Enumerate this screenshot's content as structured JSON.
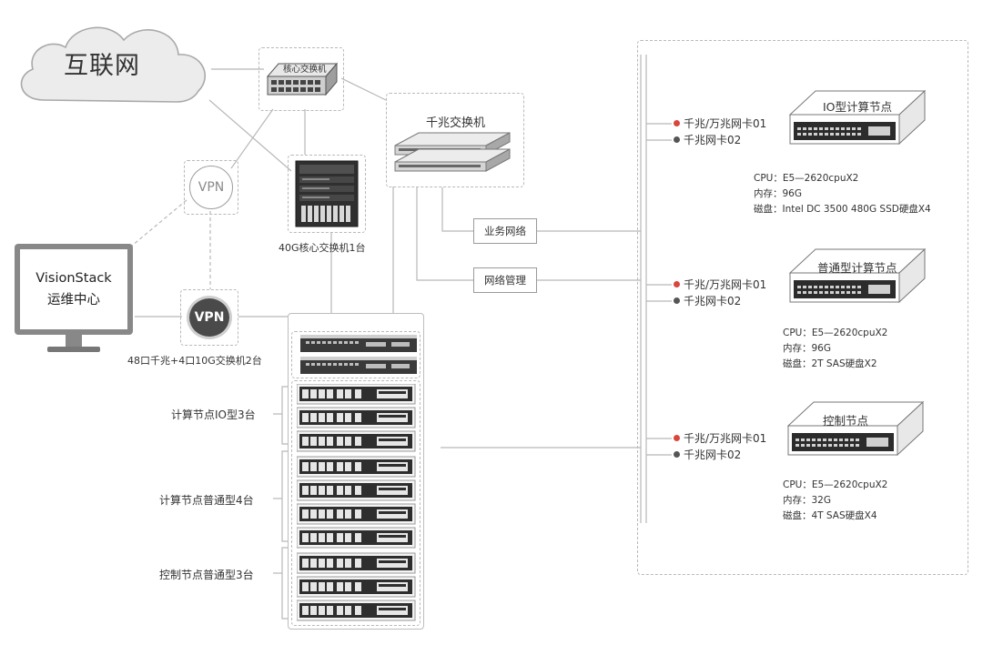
{
  "internet": {
    "label": "互联网"
  },
  "core_switch": {
    "label": "核心交换机"
  },
  "core_switch_40g": {
    "label": "40G核心交换机1台"
  },
  "gigabit_switch": {
    "label": "千兆交换机"
  },
  "vpn_top": {
    "label": "VPN"
  },
  "vpn_bottom": {
    "label": "VPN"
  },
  "ops_center": {
    "line1": "VisionStack",
    "line2": "运维中心"
  },
  "rack": {
    "switch_label": "48口千兆+4口10G交换机2台",
    "groups": [
      {
        "label": "计算节点IO型3台"
      },
      {
        "label": "计算节点普通型4台"
      },
      {
        "label": "控制节点普通型3台"
      }
    ]
  },
  "networks": {
    "business": "业务网络",
    "management": "网络管理"
  },
  "nodes": [
    {
      "title": "IO型计算节点",
      "nic1": "千兆/万兆网卡01",
      "nic2": "千兆网卡02",
      "cpu": "CPU：E5—2620cpuX2",
      "mem": "内存：96G",
      "disk": "磁盘：Intel DC 3500  480G SSD硬盘X4"
    },
    {
      "title": "普通型计算节点",
      "nic1": "千兆/万兆网卡01",
      "nic2": "千兆网卡02",
      "cpu": "CPU：E5—2620cpuX2",
      "mem": "内存：96G",
      "disk": "磁盘：2T SAS硬盘X2"
    },
    {
      "title": "控制节点",
      "nic1": "千兆/万兆网卡01",
      "nic2": "千兆网卡02",
      "cpu": "CPU：E5—2620cpuX2",
      "mem": "内存：32G",
      "disk": "磁盘：4T SAS硬盘X4"
    }
  ],
  "colors": {
    "line": "#b5b5b5",
    "nic_primary": "#d9463d",
    "nic_secondary": "#555555",
    "device_dark": "#2e2e2e",
    "vpn_dark": "#4a4a4a"
  },
  "icons": {
    "internet": "cloud-icon",
    "vpn": "vpn-circle-icon",
    "monitor": "monitor-icon",
    "switch": "network-switch-icon",
    "server": "rack-server-icon",
    "chassis": "chassis-switch-icon"
  }
}
